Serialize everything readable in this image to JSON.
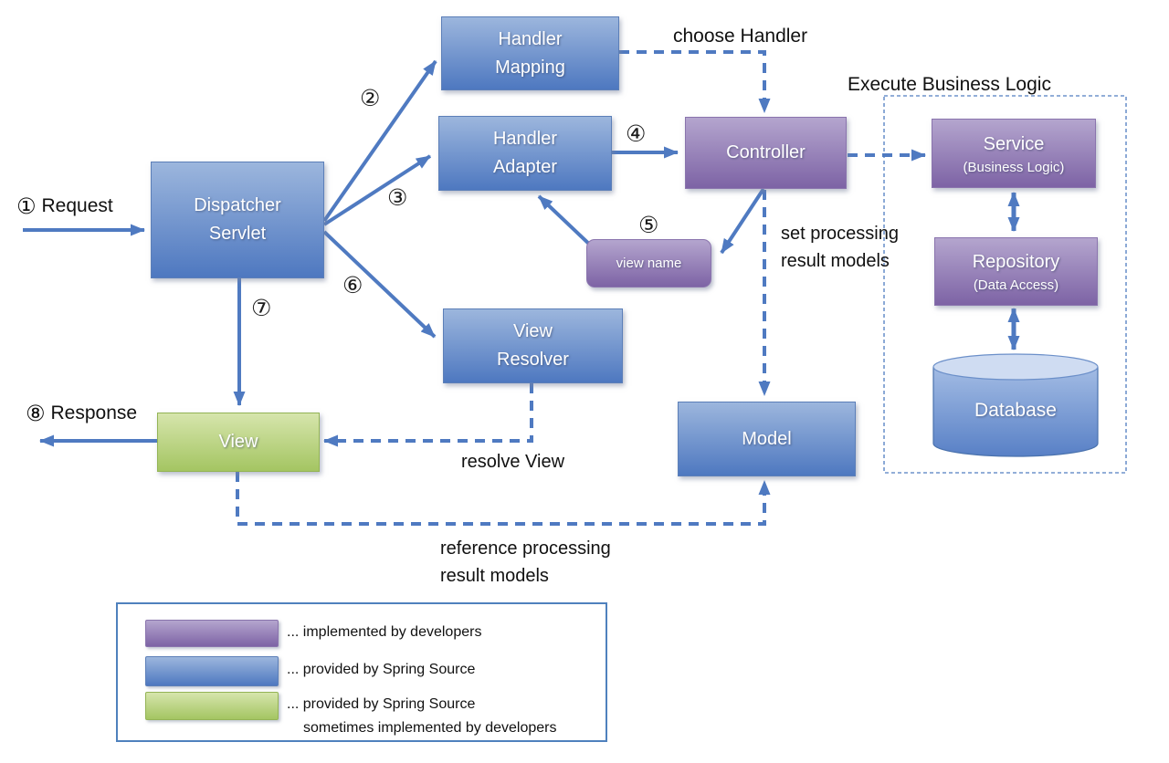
{
  "diagram": {
    "flow": {
      "request": {
        "step": "①",
        "label": "Request"
      },
      "response": {
        "step": "⑧",
        "label": "Response"
      }
    },
    "steps": {
      "s2": "②",
      "s3": "③",
      "s4": "④",
      "s5": "⑤",
      "s6": "⑥",
      "s7": "⑦"
    },
    "labels": {
      "choose_handler": "choose Handler",
      "execute_business_logic": "Execute Business Logic",
      "set_processing_line1": "set processing",
      "set_processing_line2": "result models",
      "resolve_view": "resolve View",
      "reference_line1": "reference processing",
      "reference_line2": "result models"
    },
    "nodes": {
      "dispatcher": {
        "line1": "Dispatcher",
        "line2": "Servlet"
      },
      "handler_mapping": {
        "line1": "Handler",
        "line2": "Mapping"
      },
      "handler_adapter": {
        "line1": "Handler",
        "line2": "Adapter"
      },
      "controller": {
        "label": "Controller"
      },
      "view_name": {
        "label": "view name"
      },
      "view_resolver": {
        "line1": "View",
        "line2": "Resolver"
      },
      "view": {
        "label": "View"
      },
      "model": {
        "label": "Model"
      },
      "service": {
        "line1": "Service",
        "line2": "(Business Logic)"
      },
      "repository": {
        "line1": "Repository",
        "line2": "(Data Access)"
      },
      "database": {
        "label": "Database"
      }
    },
    "colors": {
      "spring_blue": "#4f81bd",
      "developer_purple": "#8064a2",
      "view_green": "#9bbb59",
      "arrow_blue": "#4f7ac1"
    },
    "legend": {
      "items": [
        {
          "swatch": "purple",
          "label": "... implemented by developers"
        },
        {
          "swatch": "blue",
          "label": "... provided by Spring Source"
        },
        {
          "swatch": "green",
          "label": "... provided by Spring Source",
          "label2": "sometimes implemented by developers"
        }
      ]
    }
  }
}
